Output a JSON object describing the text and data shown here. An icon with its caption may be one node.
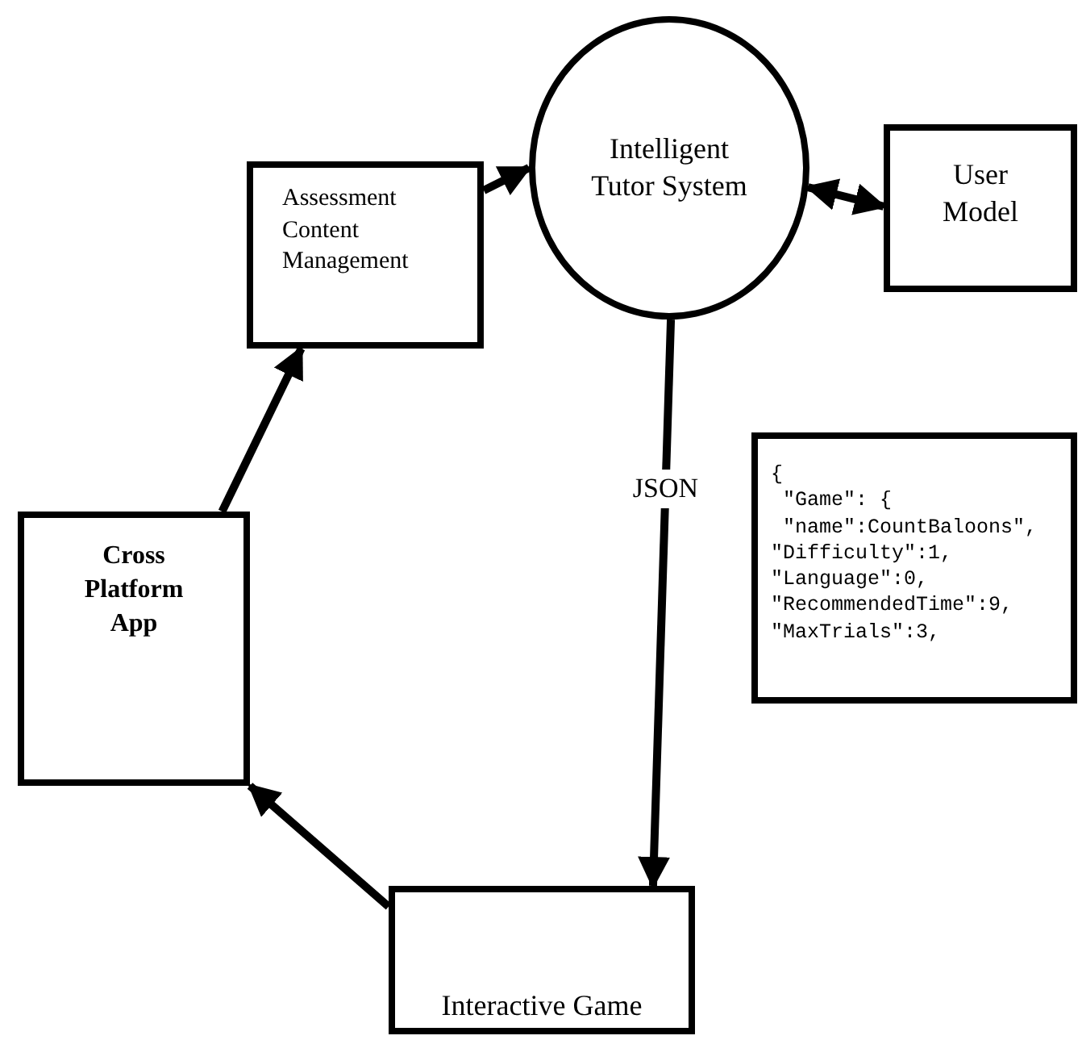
{
  "diagram": {
    "nodes": [
      {
        "text": [
          "Assessment Content Management"
        ]
      },
      {
        "text": [
          "Intelligent Tutor System"
        ]
      },
      {
        "text": [
          "User Model"
        ]
      },
      {
        "text": [
          "Cross Platform App"
        ]
      },
      {
        "text": [
          "Interactive Game"
        ]
      },
      {
        "text": [
          "{ \"Game\": { \"name\":CountBaloons\", \"Difficulty\":1, \"Language\":0, \"RecommendedTime\":9, \"MaxTrials\":3,"
        ]
      }
    ],
    "edges": [
      {
        "from": 0,
        "to": 1,
        "arrow": "to"
      },
      {
        "from": 1,
        "to": 2,
        "arrow": "both"
      },
      {
        "from": 3,
        "to": 0,
        "arrow": "to"
      },
      {
        "from": 4,
        "to": 3,
        "arrow": "to"
      },
      {
        "from": 1,
        "to": 4,
        "arrow": "to",
        "label": "JSON"
      }
    ]
  }
}
